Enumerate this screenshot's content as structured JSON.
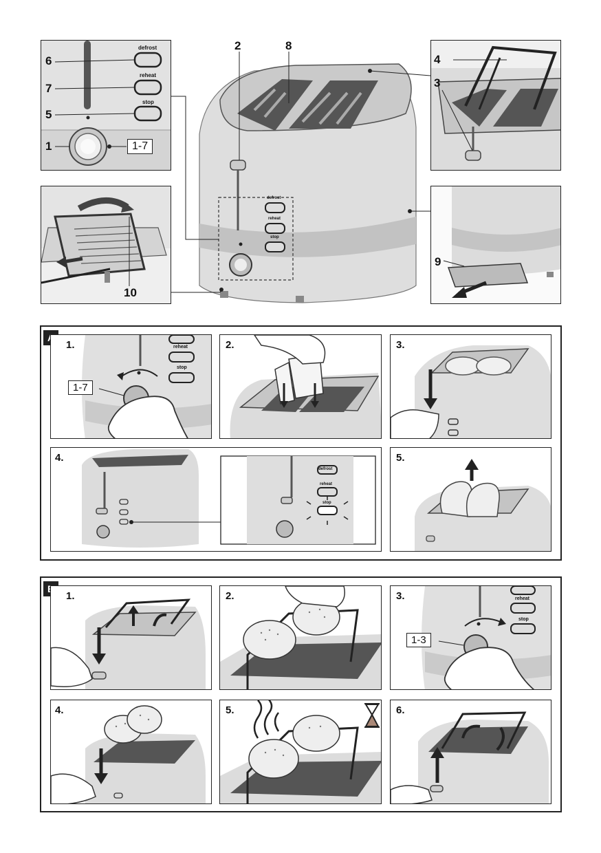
{
  "overview": {
    "callouts": {
      "c6": "6",
      "c7": "7",
      "c5": "5",
      "c1": "1",
      "c2": "2",
      "c8": "8",
      "c4": "4",
      "c3": "3",
      "c9": "9",
      "c10": "10"
    },
    "browning_range": "1-7",
    "buttons": {
      "defrost": "defrost",
      "reheat": "reheat",
      "stop": "stop"
    }
  },
  "section_a": {
    "tag": "A",
    "steps": [
      "1.",
      "2.",
      "3.",
      "4.",
      "5."
    ],
    "setting": "1-7",
    "buttons": {
      "defrost": "defrost",
      "reheat": "reheat",
      "stop": "stop"
    }
  },
  "section_b": {
    "tag": "B",
    "steps": [
      "1.",
      "2.",
      "3.",
      "4.",
      "5.",
      "6."
    ],
    "setting": "1-3",
    "buttons": {
      "reheat": "reheat",
      "stop": "stop"
    }
  }
}
